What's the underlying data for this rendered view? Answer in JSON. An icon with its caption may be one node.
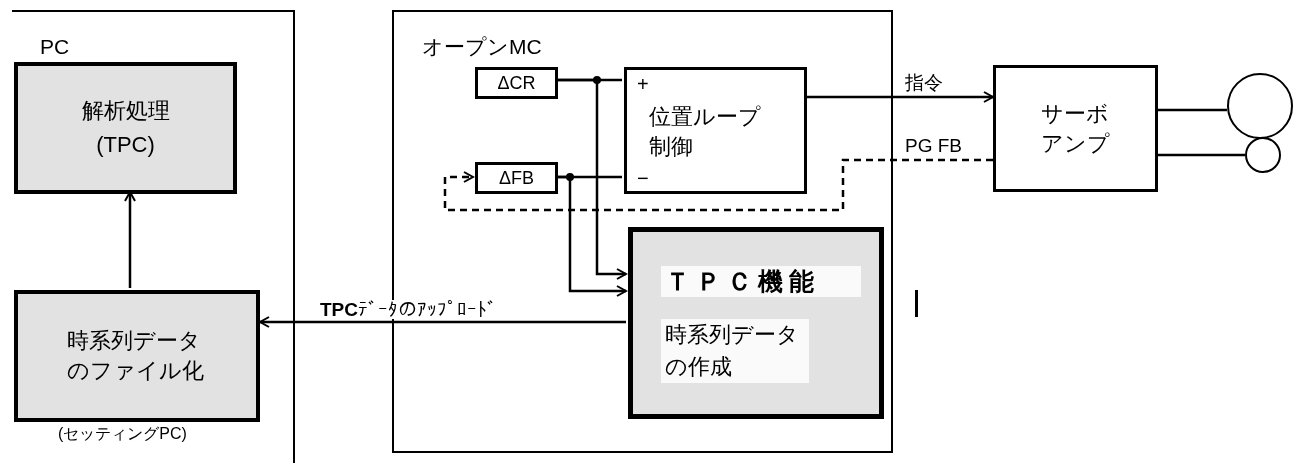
{
  "diagram": {
    "nodes": [
      {
        "text": [
          "PC"
        ]
      },
      {
        "text": [
          "解析処理",
          "(TPC)"
        ],
        "in": 0
      },
      {
        "text": [
          "時系列データのファイル化"
        ],
        "in": 0,
        "beside": [
          "(セッティングPC)"
        ]
      },
      {
        "text": [
          "オープンMC"
        ]
      },
      {
        "text": [
          "ΔCR"
        ],
        "in": 3
      },
      {
        "text": [
          "ΔFB"
        ],
        "in": 3
      },
      {
        "text": [
          "+",
          "位置ループ制御",
          "−"
        ],
        "in": 3
      },
      {
        "text": [
          "ＴＰＣ機能",
          "時系列データの作成"
        ],
        "in": 3
      },
      {
        "text": [
          "サーボアンプ"
        ]
      },
      {
        "text": [],
        "shape": "circle"
      },
      {
        "text": [],
        "shape": "circle"
      }
    ],
    "edges": [
      {
        "from": 2,
        "to": 1,
        "arrow": "to"
      },
      {
        "from": 7,
        "to": 2,
        "arrow": "to",
        "label": "**TPC**ﾃﾞｰﾀのｱｯﾌﾟﾛｰﾄﾞ"
      },
      {
        "from": 4,
        "to": 6,
        "arrow": "none"
      },
      {
        "from": 4,
        "to": 7,
        "arrow": "to"
      },
      {
        "from": 5,
        "to": 6,
        "arrow": "none"
      },
      {
        "from": 5,
        "to": 7,
        "arrow": "to"
      },
      {
        "from": 6,
        "to": 8,
        "arrow": "to",
        "label": "指令"
      },
      {
        "from": 8,
        "to": 5,
        "arrow": "to",
        "label": "PG FB",
        "style": "dashed"
      },
      {
        "from": 8,
        "to": 9,
        "arrow": "none"
      },
      {
        "from": 8,
        "to": 10,
        "arrow": "none"
      }
    ]
  }
}
